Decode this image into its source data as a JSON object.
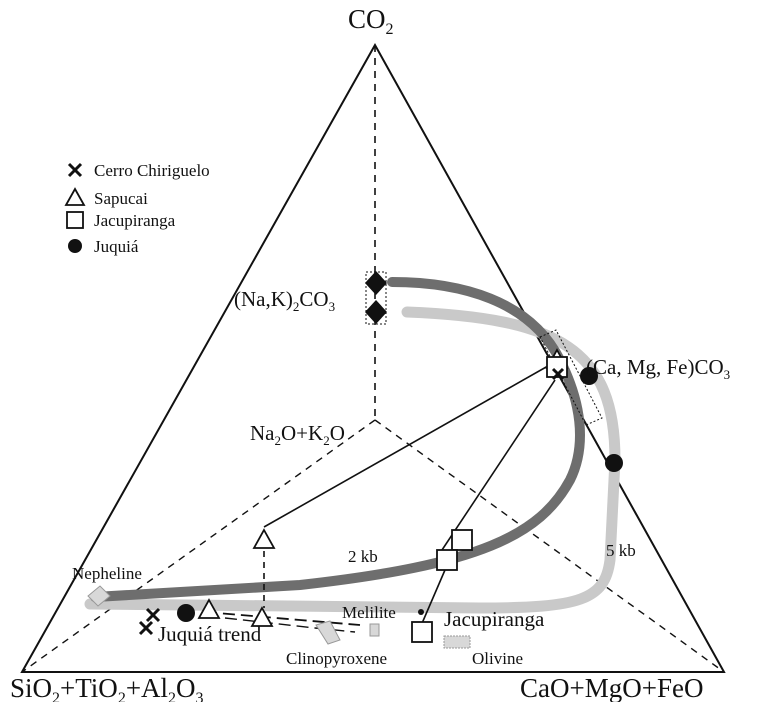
{
  "apices": {
    "top": {
      "main": "CO",
      "sub": "2"
    },
    "left": {
      "p1": "SiO",
      "s1": "2",
      "p2": "+TiO",
      "s2": "2",
      "p3": "+Al",
      "s3": "2",
      "p4": "O",
      "s4": "3"
    },
    "right": "CaO+MgO+FeO"
  },
  "inner_labels": {
    "alkali_oxide": {
      "p1": "Na",
      "s1": "2",
      "p2": "O+K",
      "s2": "2",
      "p3": "O"
    },
    "alkali_carbonate": {
      "p1": "(Na,K)",
      "s1": "2",
      "p2": "CO",
      "s2": "3"
    },
    "ca_carbonate": {
      "p1": "(Ca, Mg, Fe)CO",
      "s1": "3"
    },
    "nepheline": "Nepheline",
    "melilite": "Melilite",
    "clinopyroxene": "Clinopyroxene",
    "olivine": "Olivine",
    "jacupiranga": "Jacupiranga",
    "juquia_trend": "Juquiá trend",
    "curve_2kb": "2 kb",
    "curve_5kb": "5 kb"
  },
  "legend": {
    "items": [
      {
        "label": "Cerro Chiriguelo",
        "symbol": "x-icon"
      },
      {
        "label": "Sapucai",
        "symbol": "triangle-icon"
      },
      {
        "label": "Jacupiranga",
        "symbol": "square-icon"
      },
      {
        "label": "Juquiá",
        "symbol": "circle-icon"
      }
    ]
  },
  "colors": {
    "curve_2kb": "#6e6e6e",
    "curve_5kb": "#c9c9c9",
    "mineral_fill": "#d8d8d8",
    "ink": "#111111"
  }
}
